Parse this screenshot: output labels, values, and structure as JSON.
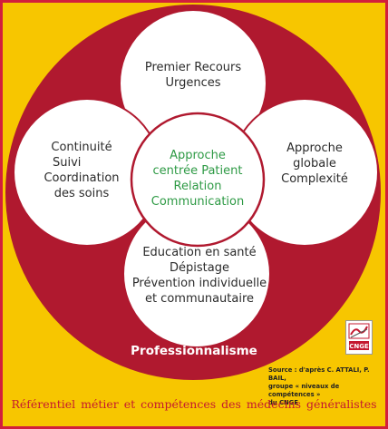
{
  "colors": {
    "background": "#f7c600",
    "border": "#d21f3c",
    "big_circle": "#b0192f",
    "petal_fill": "#ffffff",
    "center_text": "#2e9a45",
    "footer_text": "#c4182f"
  },
  "petals": {
    "top": [
      "Premier Recours",
      "Urgences"
    ],
    "left": [
      "Continuité",
      "Suivi",
      "Coordination",
      "des soins"
    ],
    "right": [
      "Approche",
      "globale",
      "Complexité"
    ],
    "bottom": [
      "Education en santé",
      "Dépistage",
      "Prévention individuelle",
      "et communautaire"
    ]
  },
  "center": [
    "Approche",
    "centrée Patient",
    "Relation",
    "Communication"
  ],
  "outer_label": "Professionnalisme",
  "source": [
    "Source : d'après C. ATTALI, P. BAIL,",
    "groupe « niveaux de compétences »",
    "du CNGE"
  ],
  "logo_text": "CNGE",
  "footer": "Référentiel métier et compétences des médecins généralistes"
}
